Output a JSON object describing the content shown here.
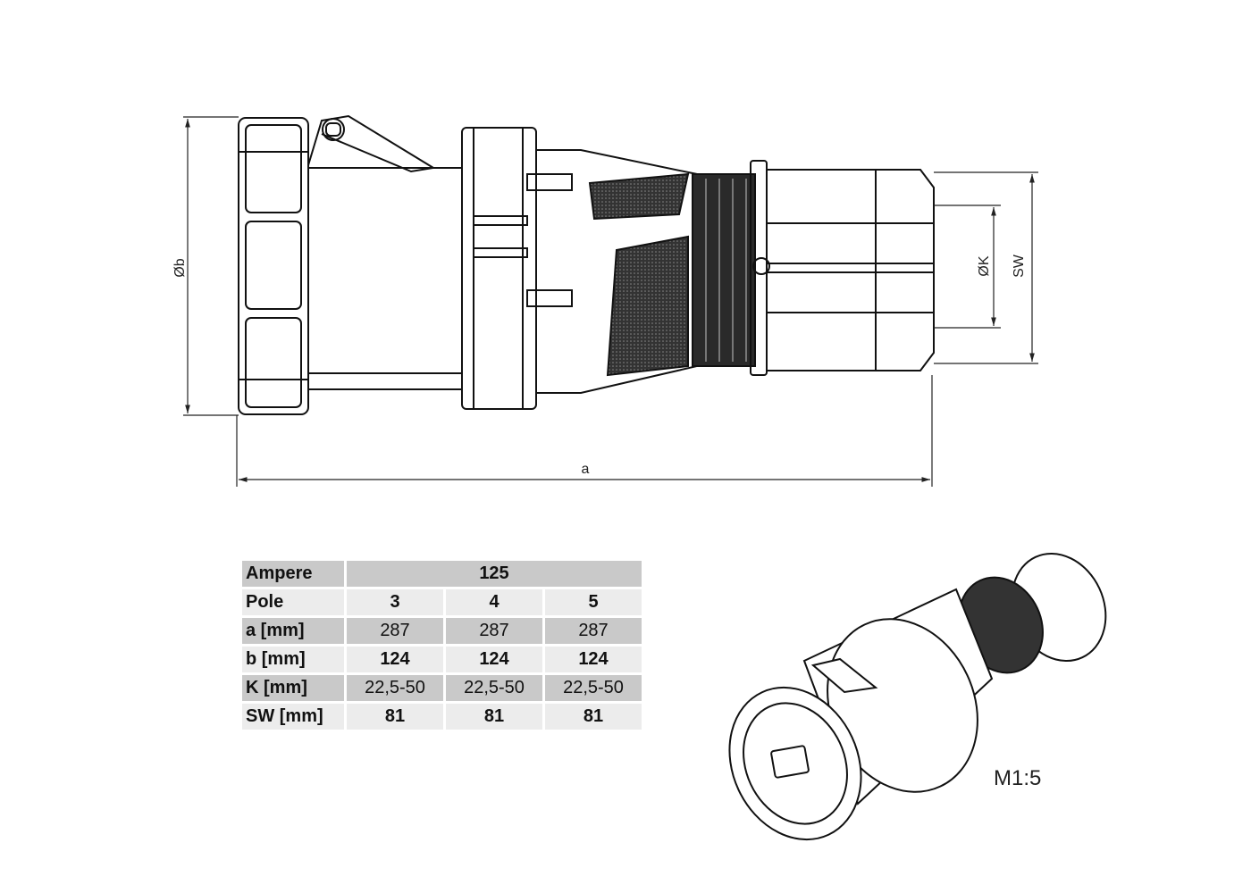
{
  "drawing": {
    "dim_b": "Øb",
    "dim_a": "a",
    "dim_k": "ØK",
    "dim_sw": "SW",
    "scale": "M1:5"
  },
  "table": {
    "rows": [
      {
        "label": "Ampere",
        "values": [
          "125"
        ]
      },
      {
        "label": "Pole",
        "values": [
          "3",
          "4",
          "5"
        ]
      },
      {
        "label": "a [mm]",
        "values": [
          "287",
          "287",
          "287"
        ]
      },
      {
        "label": "b [mm]",
        "values": [
          "124",
          "124",
          "124"
        ]
      },
      {
        "label": "K [mm]",
        "values": [
          "22,5-50",
          "22,5-50",
          "22,5-50"
        ]
      },
      {
        "label": "SW [mm]",
        "values": [
          "81",
          "81",
          "81"
        ]
      }
    ]
  }
}
